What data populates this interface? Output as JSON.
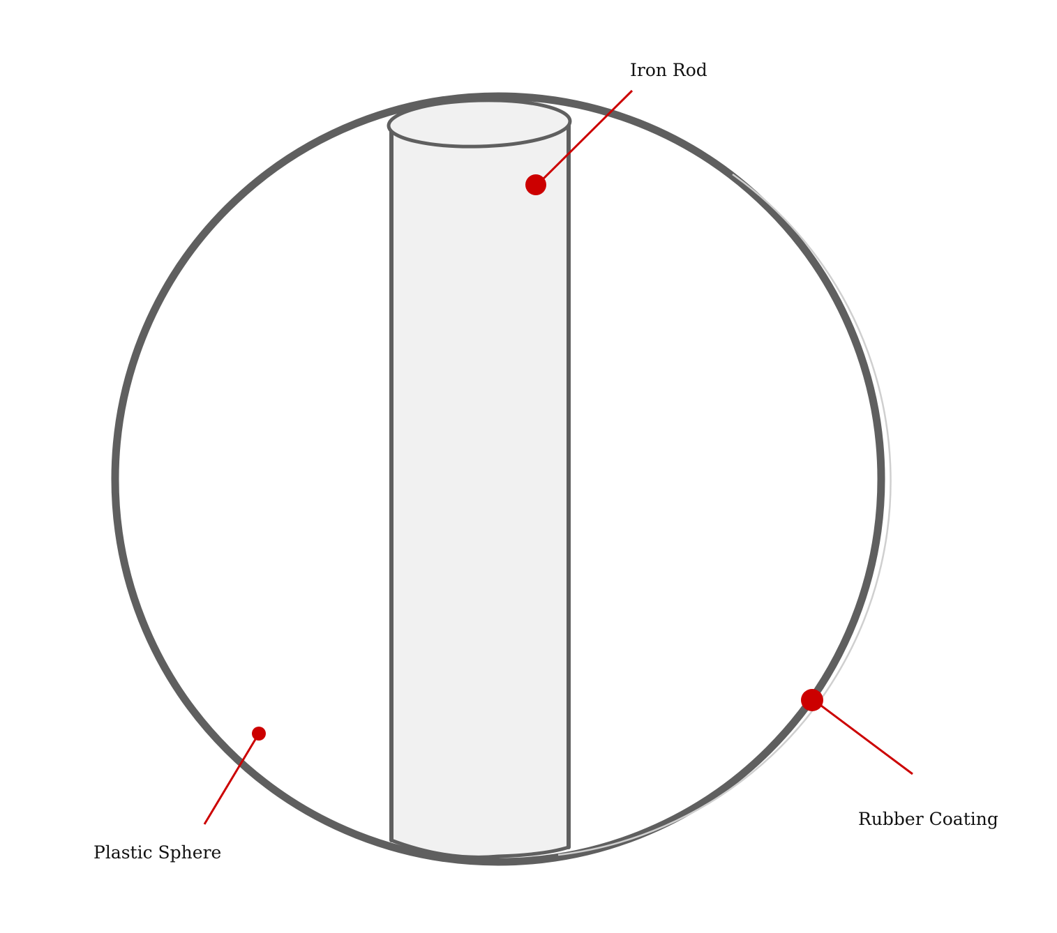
{
  "labels": {
    "iron_rod": "Iron Rod",
    "rubber_coating": "Rubber Coating",
    "plastic_sphere": "Plastic Sphere"
  },
  "colors": {
    "outline": "#5f5f5f",
    "rod_fill": "#f1f1f1",
    "leader": "#cc0000",
    "background": "#ffffff"
  }
}
